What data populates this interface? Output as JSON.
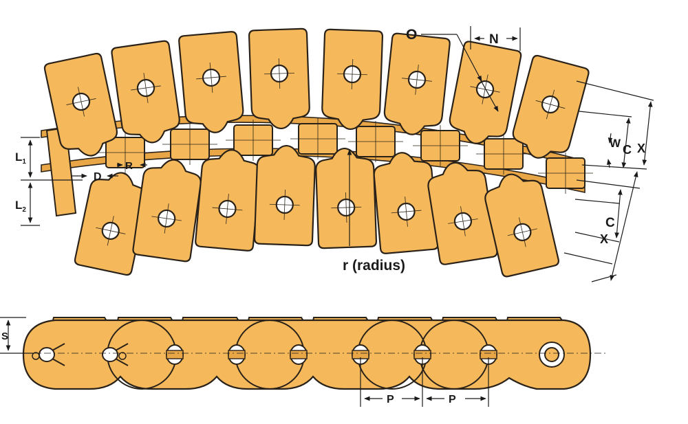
{
  "diagram": {
    "labels": {
      "O": "O",
      "N": "N",
      "W": "W",
      "C1": "C",
      "X1": "X",
      "C2": "C",
      "X2": "X",
      "L1": "L",
      "L1_sub": "1",
      "L2": "L",
      "L2_sub": "2",
      "D": "D",
      "R": "R",
      "radius": "r (radius)",
      "S": "S",
      "P1": "P",
      "P2": "P"
    },
    "colors": {
      "plate": "#f5b95c",
      "plate_dark": "#e8a647",
      "outline": "#2a2218",
      "hole": "#ffffff",
      "dim": "#1a1a1a"
    },
    "top_view": {
      "top_plate_count": 8,
      "bottom_plate_count": 8,
      "bushing_count": 8
    },
    "side_view": {
      "link_count": 9
    }
  }
}
